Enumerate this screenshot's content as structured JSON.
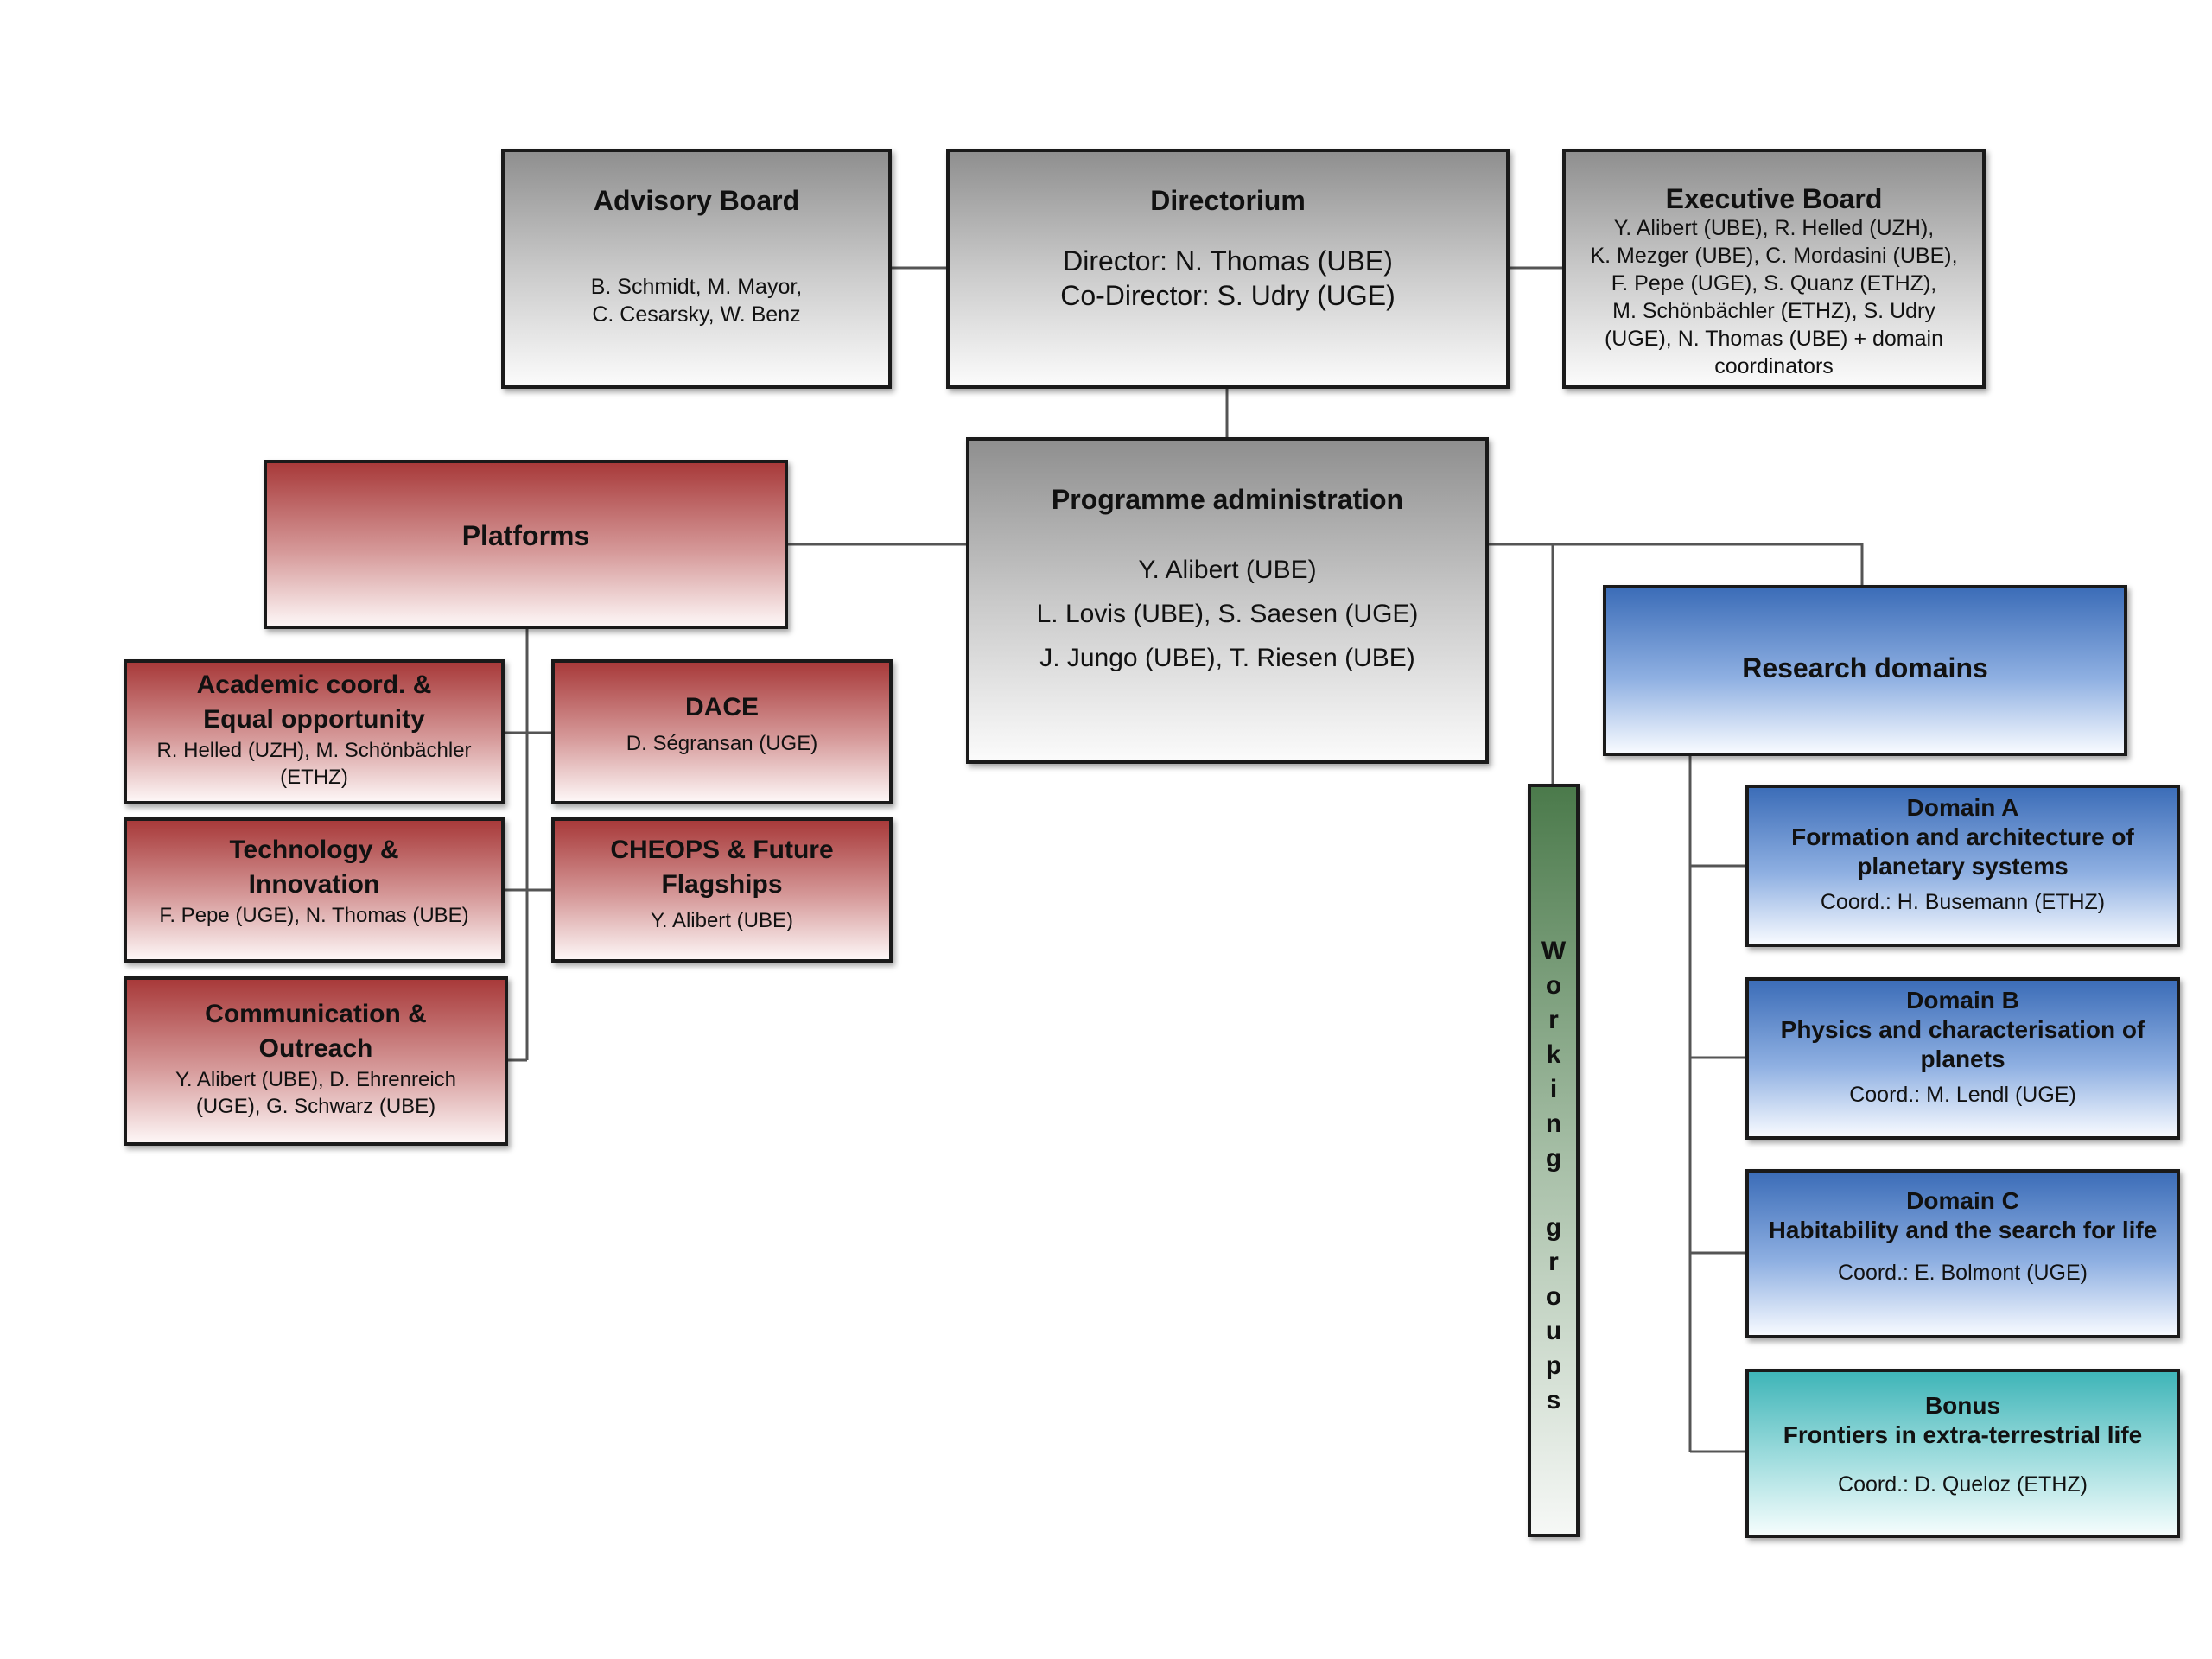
{
  "advisory_board": {
    "title": "Advisory Board",
    "members_line1": "B. Schmidt, M. Mayor,",
    "members_line2": "C. Cesarsky, W. Benz"
  },
  "directorium": {
    "title": "Directorium",
    "director": "Director: N. Thomas (UBE)",
    "co_director": "Co-Director: S. Udry (UGE)"
  },
  "executive_board": {
    "title": "Executive Board",
    "members": [
      "Y. Alibert (UBE), R. Helled (UZH),",
      "K. Mezger (UBE), C. Mordasini (UBE),",
      "F. Pepe (UGE), S. Quanz (ETHZ),",
      "M. Schönbächler (ETHZ), S. Udry",
      "(UGE), N. Thomas (UBE) + domain",
      "coordinators"
    ]
  },
  "programme_administration": {
    "title": "Programme administration",
    "members": [
      "Y. Alibert (UBE)",
      "L. Lovis (UBE), S. Saesen (UGE)",
      "J. Jungo (UBE), T. Riesen (UBE)"
    ]
  },
  "platforms": {
    "title": "Platforms",
    "items": [
      {
        "title_line1": "Academic coord. &",
        "title_line2": "Equal opportunity",
        "people_line1": "R. Helled (UZH), M. Schönbächler",
        "people_line2": "(ETHZ)"
      },
      {
        "title_line1": "DACE",
        "title_line2": "",
        "people_line1": "D. Ségransan (UGE)",
        "people_line2": ""
      },
      {
        "title_line1": "Technology &",
        "title_line2": "Innovation",
        "people_line1": "F. Pepe (UGE), N. Thomas (UBE)",
        "people_line2": ""
      },
      {
        "title_line1": "CHEOPS & Future",
        "title_line2": "Flagships",
        "people_line1": "Y. Alibert (UBE)",
        "people_line2": ""
      },
      {
        "title_line1": "Communication &",
        "title_line2": "Outreach",
        "people_line1": "Y. Alibert (UBE), D. Ehrenreich",
        "people_line2": "(UGE), G. Schwarz (UBE)"
      }
    ]
  },
  "working_groups": {
    "label": "Working groups",
    "letters": [
      "W",
      "o",
      "r",
      "k",
      "i",
      "n",
      "g",
      " ",
      "g",
      "r",
      "o",
      "u",
      "p",
      "s"
    ]
  },
  "research_domains": {
    "title": "Research domains",
    "domains": [
      {
        "label": "Domain A",
        "name_line1": "Formation and architecture of",
        "name_line2": "planetary systems",
        "coord": "Coord.: H. Busemann (ETHZ)"
      },
      {
        "label": "Domain B",
        "name_line1": "Physics and characterisation of",
        "name_line2": "planets",
        "coord": "Coord.: M. Lendl (UGE)"
      },
      {
        "label": "Domain C",
        "name_line1": "Habitability and the search for life",
        "name_line2": "",
        "coord": "Coord.: E. Bolmont (UGE)"
      },
      {
        "label": "Bonus",
        "name_line1": "Frontiers in extra-terrestrial life",
        "name_line2": "",
        "coord": "Coord.: D. Queloz (ETHZ)"
      }
    ]
  },
  "colors": {
    "administration": "#8f8f8f",
    "platforms": "#a83a3a",
    "research_domains": "#3c6db8",
    "bonus": "#3fb5b8",
    "working_groups": "#4b7a4b",
    "connector": "#555555"
  }
}
